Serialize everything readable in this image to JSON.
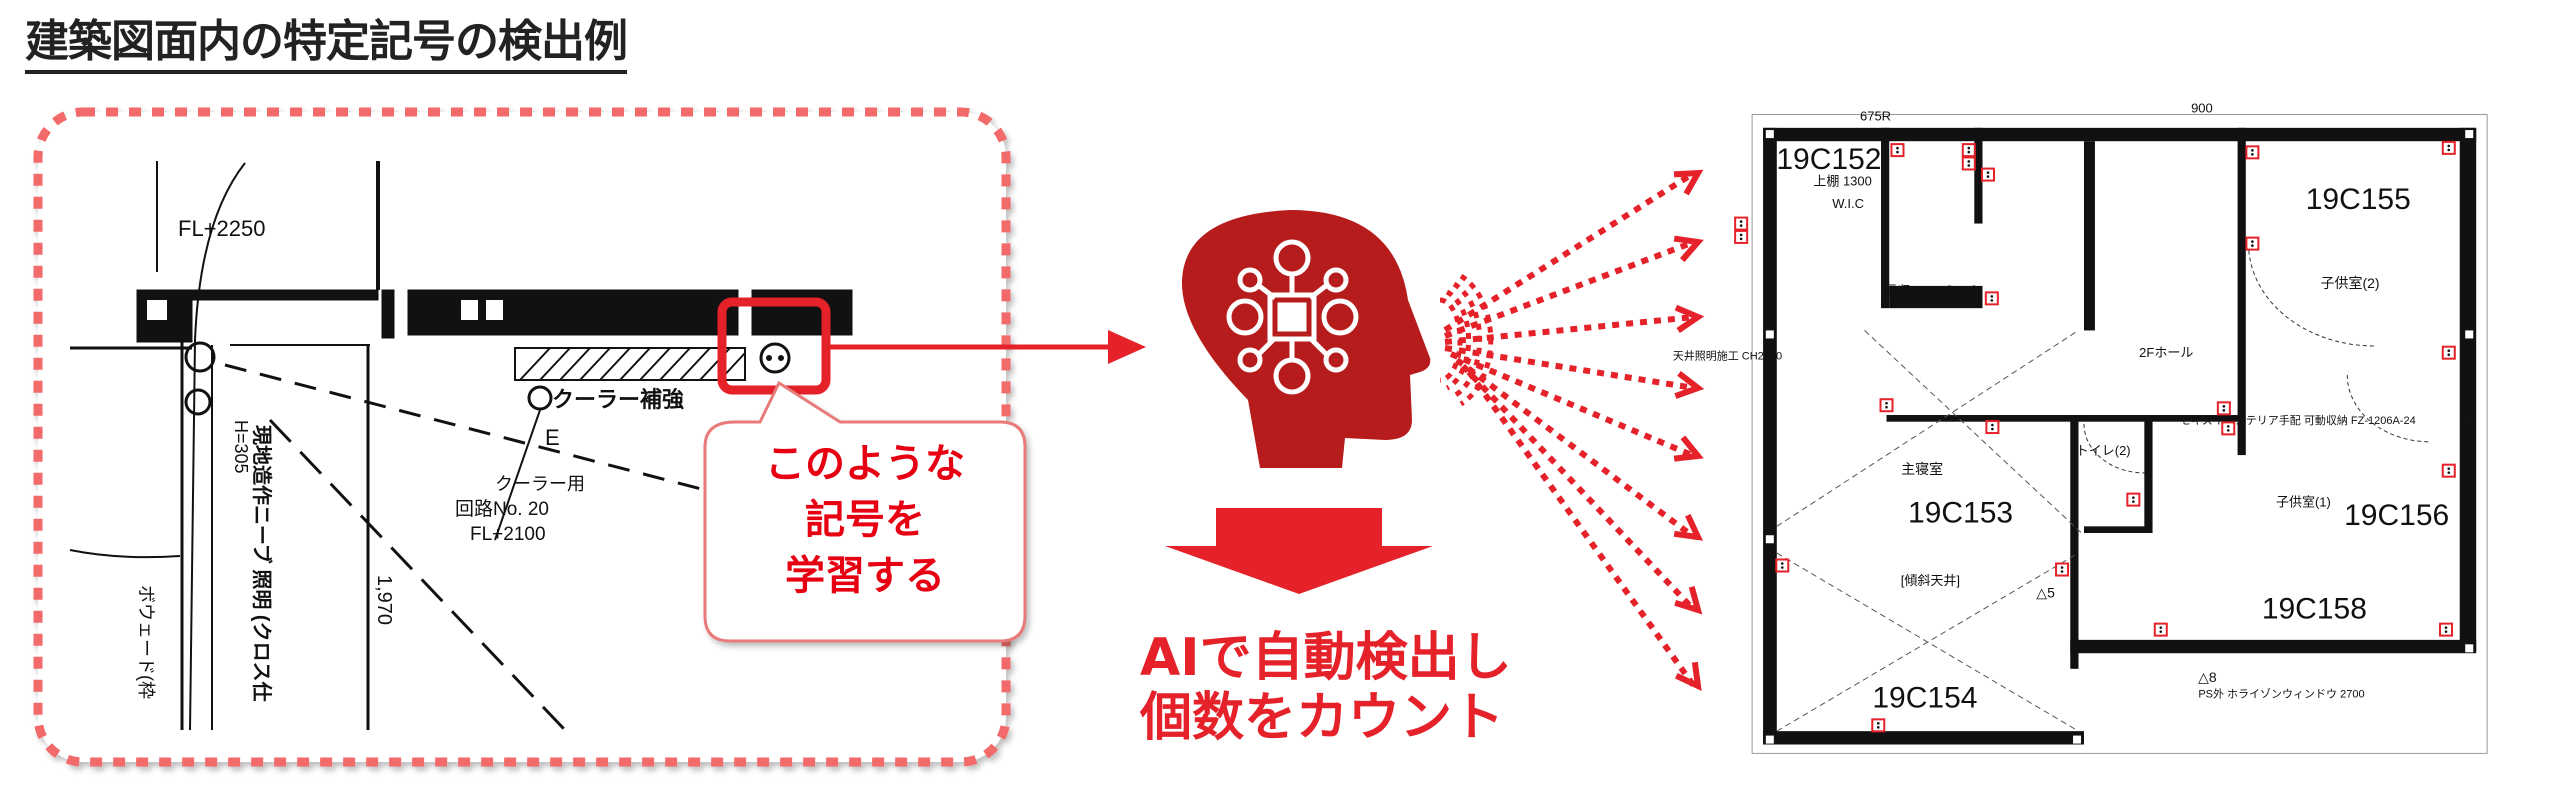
{
  "title": "建築図面内の特定記号の検出例",
  "colors": {
    "accent": "#e52129",
    "dashed_border": "#f26a6a",
    "head_icon": "#b71c1c",
    "text": "#222222"
  },
  "excerpt": {
    "labels": [
      "FL+2250",
      "クーラー補強",
      "E",
      "クーラー用",
      "回路No. 20",
      "FL+2100",
      "現地造作ニーブ 照明 (クロス仕",
      "H=305",
      "1,970",
      "ボウェード(枠"
    ],
    "callout": [
      "このような",
      "記号を",
      "学習する"
    ]
  },
  "ai": {
    "icon": "ai-head-circuit-icon",
    "result": [
      "AIで自動検出し",
      "個数をカウント"
    ]
  },
  "floor_plan": {
    "rooms": [
      "19C152",
      "19C155",
      "19C153",
      "19C156",
      "19C158",
      "19C154"
    ],
    "labels": [
      "675R",
      "900",
      "上棚 1300",
      "W.I.C",
      "長収A1125[DW]",
      "子供室(2)",
      "2Fホール",
      "主寝室",
      "子供室(1)",
      "トイレ(2)",
      "[傾斜天井]",
      "セキスイインテリア手配 可動収納 FZ-1206A-24",
      "PS外 ホライゾンウィンドウ 2700",
      "△5",
      "△8",
      "天井照明施工 CH2400"
    ]
  }
}
